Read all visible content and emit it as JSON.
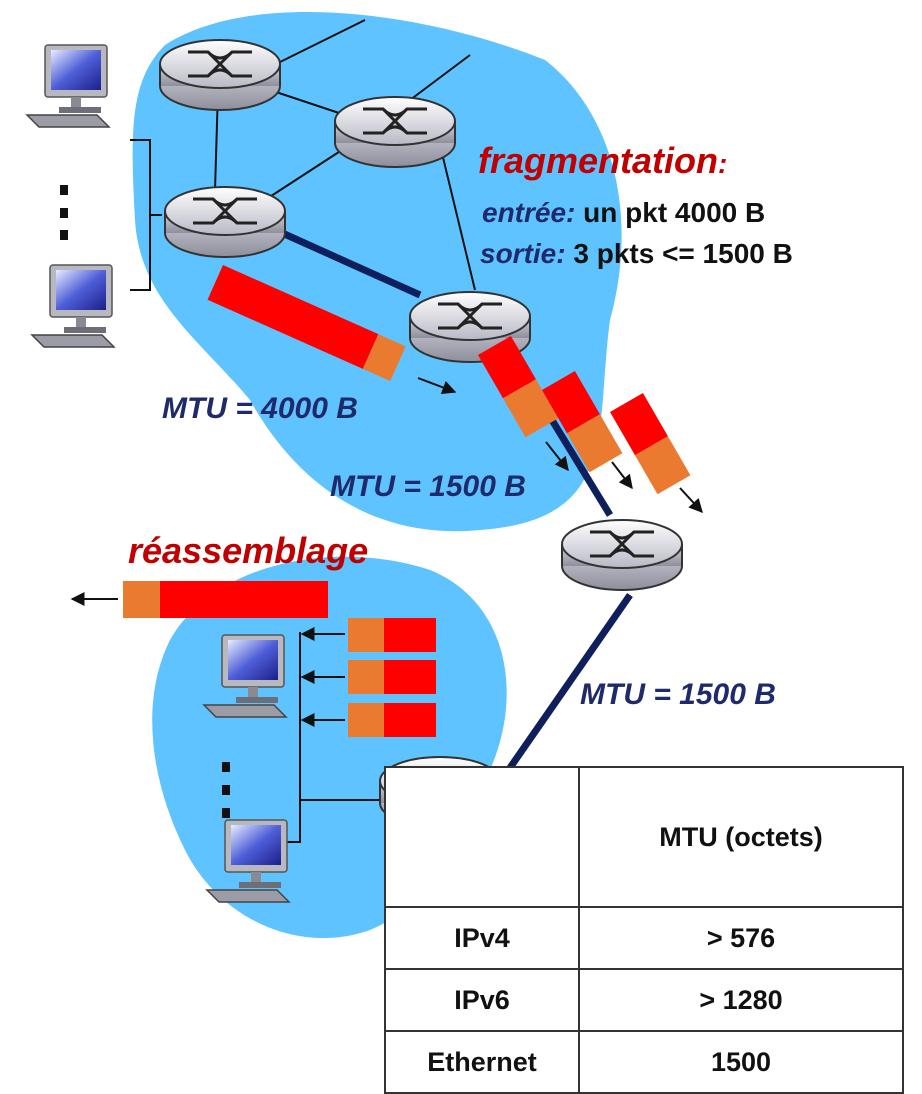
{
  "labels": {
    "fragmentation": "fragmentation",
    "fragmentation_colon": ":",
    "entree_label": "entrée:",
    "entree_value": "un pkt 4000 B",
    "sortie_label": "sortie:",
    "sortie_value": "3 pkts <= 1500 B",
    "mtu_4000": "MTU = 4000 B",
    "mtu_1500_a": "MTU = 1500 B",
    "mtu_1500_b": "MTU = 1500 B",
    "reassemblage": "réassemblage"
  },
  "table": {
    "header": [
      "",
      "MTU (octets)"
    ],
    "rows": [
      {
        "proto": "IPv4",
        "mtu": "> 576"
      },
      {
        "proto": "IPv6",
        "mtu": "> 1280"
      },
      {
        "proto": "Ethernet",
        "mtu": "1500"
      }
    ]
  },
  "colors": {
    "network_cloud": "#5ec3ff",
    "packet_data": "#ff0000",
    "packet_header": "#ea7a30",
    "link_highlight": "#0f1f5c",
    "label_red": "#c00000",
    "label_blue": "#1f2a6b"
  }
}
